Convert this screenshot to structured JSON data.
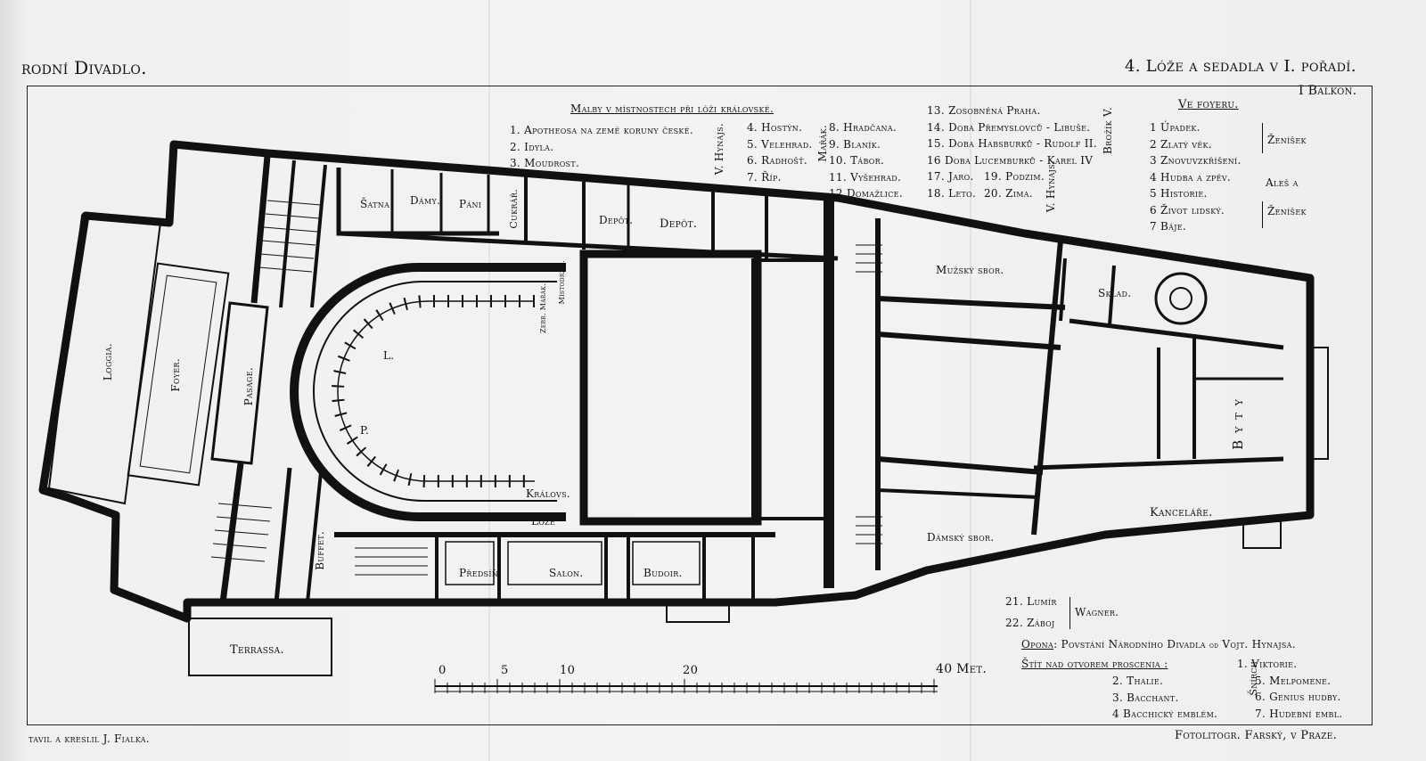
{
  "header": {
    "left_title": "rodní Divadlo.",
    "right_title": "4. Lóže a sedadla v I. pořadí.",
    "balcony": "I Balkon."
  },
  "paintings": {
    "title": "Malby v místnostech při lóži královské.",
    "col1": [
      "1. Apotheosa na země koruny české.",
      "2. Idyla.",
      "3. Moudrost."
    ],
    "col1_artist": "V. Hynajs.",
    "col2": [
      "4. Hostýn.",
      "5. Velehrad.",
      "6. Radhošť.",
      "7. Říp."
    ],
    "col2_artist": "Mařák.",
    "col3": [
      "8. Hradčana.",
      "9. Blaník.",
      "10. Tábor.",
      "11. Vyšehrad.",
      "12 Domažlice."
    ],
    "col4": [
      "13. Zosobněná Praha.",
      "14. Doba Přemyslovců - Libuše.",
      "15. Doba Habsburků - Rudolf II.",
      "16 Doba Lucemburků - Karel IV"
    ],
    "col4_artist": "Brožík V.",
    "col4_seasons": [
      "17. Jaro.",
      "18. Leto."
    ],
    "col4_seasons2": [
      "19. Podzim.",
      "20. Zima."
    ],
    "seasons_artist": "V. Hynajs."
  },
  "foyer": {
    "title": "Ve foyeru.",
    "items": [
      "1 Úpadek.",
      "2 Zlatý věk.",
      "3 Znovuvzkříšení.",
      "4 Hudba a zpěv.",
      "5 Historie.",
      "6 Život lidský.",
      "7 Báje."
    ],
    "artist1": "Ženíšek",
    "artist2": "Aleš a",
    "artist3": "Ženíšek"
  },
  "rooms": {
    "satna": "Šatna.",
    "damy": "Dámy.",
    "pani": "Páni",
    "cukrar": "Cukrář.",
    "depot1": "Depôt.",
    "depot2": "Depôt.",
    "loggia": "Loggia.",
    "foyer": "Foyer.",
    "pasage": "Pasage.",
    "muzsky": "Mužský sbor.",
    "sklad": "Sklad.",
    "byty": "Byty",
    "damsky": "Dámský sbor.",
    "kancelare": "Kanceláře.",
    "kralov": "Královs.",
    "loze": "Lože",
    "predsin": "Předsíň.",
    "salon": "Salon.",
    "budoir": "Budoir.",
    "buffet": "Buffet.",
    "terrassa": "Terrassa.",
    "zebr": "Zebr. Mařák.",
    "mistodrz": "Místodržit.",
    "p": "P.",
    "l": "L."
  },
  "notes": {
    "lumir": "21. Lumír",
    "zaboj": "22. Záboj",
    "wagner": "Wagner.",
    "opona_label": "Opona",
    "opona_text": ": Povstání Národního Divadla",
    "opona_od": "od",
    "opona_artist": "Vojt. Hynajsa.",
    "stit": "Štít nad otvorem proscenia :",
    "stit_items_left": [
      "2. Thalie.",
      "3. Bacchant.",
      "4 Bacchický emblém."
    ],
    "stit_artist": "Šnírch",
    "stit_items_right": [
      "1. Viktorie.",
      "5. Melpomene.",
      "6. Genius hudby.",
      "7. Hudební embl."
    ]
  },
  "scale": {
    "ticks": [
      "0",
      "5",
      "10",
      "20",
      "40 Met."
    ]
  },
  "footer": {
    "left": "tavil a kreslil J. Fialka.",
    "right": "Fotolitogr. Farský, v Praze."
  }
}
